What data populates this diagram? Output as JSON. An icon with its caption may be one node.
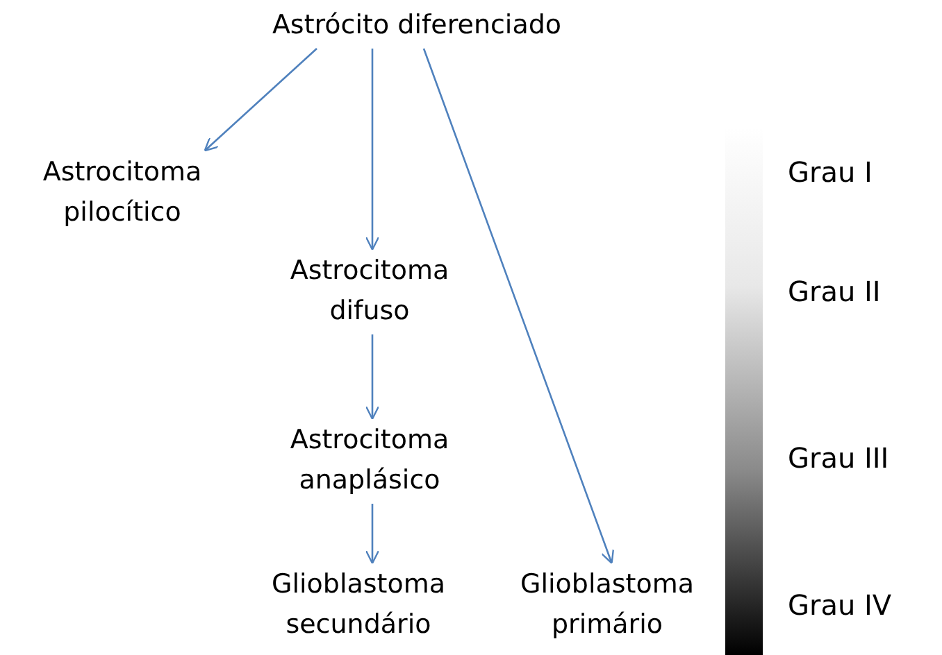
{
  "diagram": {
    "nodes": [
      {
        "text": [
          "Astrócito diferenciado"
        ]
      },
      {
        "text": [
          "Astrocitoma pilocítico"
        ]
      },
      {
        "text": [
          "Astrocitoma difuso"
        ]
      },
      {
        "text": [
          "Astrocitoma anaplásico"
        ]
      },
      {
        "text": [
          "Glioblastoma secundário"
        ]
      },
      {
        "text": [
          "Glioblastoma primário"
        ]
      }
    ],
    "edges": [
      {
        "from": 0,
        "to": 1,
        "arrow": "to"
      },
      {
        "from": 0,
        "to": 2,
        "arrow": "to"
      },
      {
        "from": 2,
        "to": 3,
        "arrow": "to"
      },
      {
        "from": 3,
        "to": 4,
        "arrow": "to"
      },
      {
        "from": 0,
        "to": 5,
        "arrow": "to"
      }
    ],
    "labels": [
      "Grau I",
      "Grau II",
      "Grau III",
      "Grau IV"
    ]
  }
}
